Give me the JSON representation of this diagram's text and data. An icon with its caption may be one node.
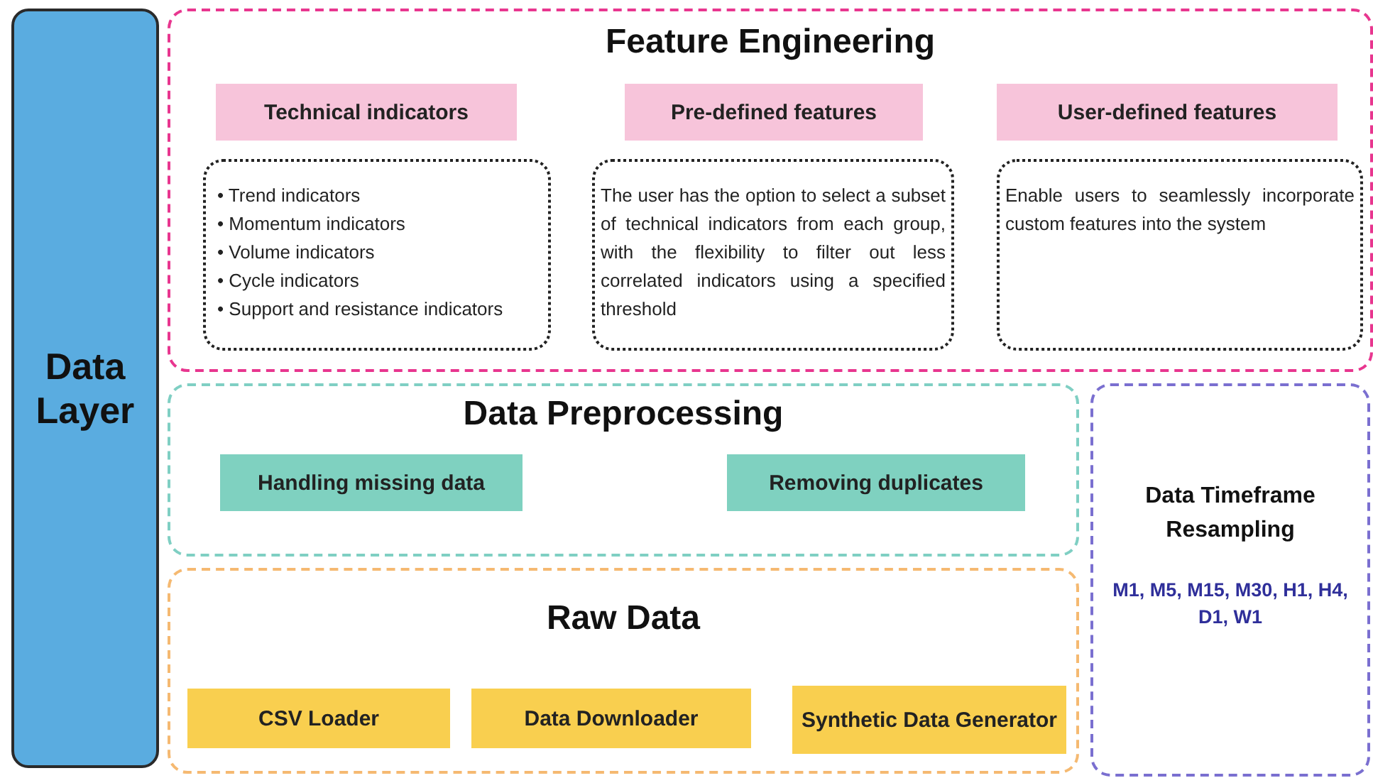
{
  "diagram": {
    "nodes": [
      {
        "text": [
          "Data Layer"
        ]
      },
      {
        "text": [
          "Feature Engineering"
        ]
      },
      {
        "text": [
          "Technical indicators"
        ],
        "in": 1
      },
      {
        "text": [
          "Pre-defined features"
        ],
        "in": 1
      },
      {
        "text": [
          "User-defined features"
        ],
        "in": 1
      },
      {
        "text": [
          "• Trend indicators",
          "• Momentum indicators",
          "• Volume indicators",
          "• Cycle indicators",
          "• Support and resistance indicators"
        ],
        "in": 1
      },
      {
        "text": [
          "The user has the option to select a subset of technical indicators from each group, with the flexibility to filter out less correlated indicators using a specified threshold"
        ],
        "in": 1
      },
      {
        "text": [
          "Enable users to seamlessly incorporate custom features into the system"
        ],
        "in": 1
      },
      {
        "text": [
          "Data Preprocessing"
        ]
      },
      {
        "text": [
          "Handling missing data"
        ],
        "in": 8
      },
      {
        "text": [
          "Removing duplicates"
        ],
        "in": 8
      },
      {
        "text": [
          "Raw Data"
        ]
      },
      {
        "text": [
          "CSV Loader"
        ],
        "in": 11
      },
      {
        "text": [
          "Data Downloader"
        ],
        "in": 11
      },
      {
        "text": [
          "Synthetic Data Generator"
        ],
        "in": 11
      },
      {
        "text": [
          "Data Timeframe Resampling",
          "M1, M5, M15, M30, H1, H4, D1, W1"
        ]
      }
    ]
  }
}
